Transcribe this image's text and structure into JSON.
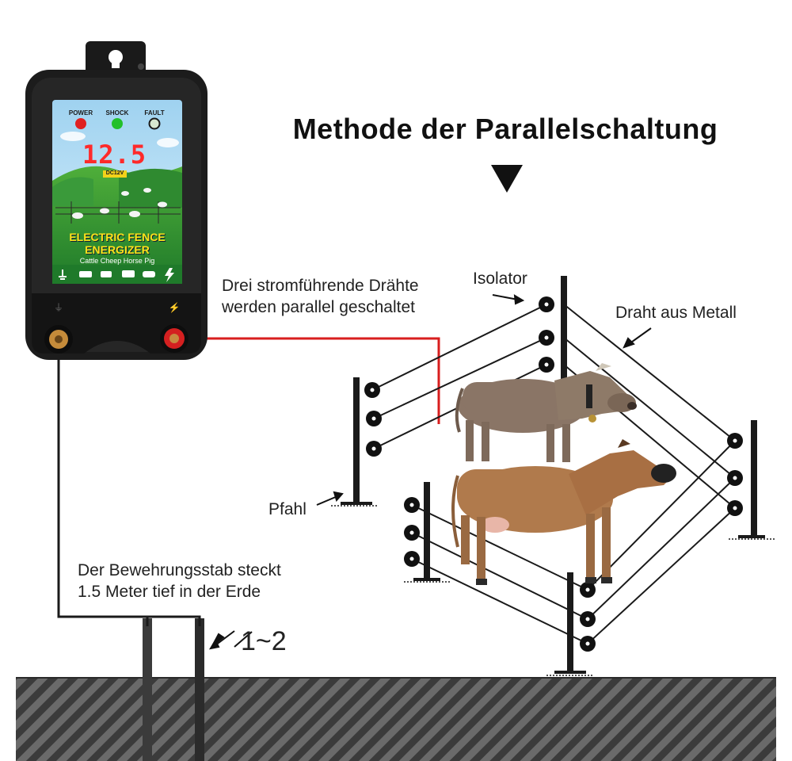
{
  "title": "Methode der Parallelschaltung",
  "labels": {
    "parallel_line1": "Drei stromführende Drähte",
    "parallel_line2": "werden parallel geschaltet",
    "isolator": "Isolator",
    "wire": "Draht aus Metall",
    "post": "Pfahl",
    "rod_line1": "Der Bewehrungsstab steckt",
    "rod_line2": "1.5 Meter tief in der Erde",
    "rod_count": "1~2"
  },
  "device": {
    "led_power": "POWER",
    "led_shock": "SHOCK",
    "led_fault": "FAULT",
    "display_value": "12.5",
    "voltage_badge": "DC12V",
    "name_line1": "ELECTRIC FENCE",
    "name_line2": "ENERGIZER",
    "animals": "Cattle Cheep Horse Pig"
  },
  "colors": {
    "live_wire": "#d81e1e",
    "ground_wire": "#1a1a1a",
    "led_power": "#e02020",
    "led_shock": "#22c02a",
    "title_text": "#111111"
  }
}
